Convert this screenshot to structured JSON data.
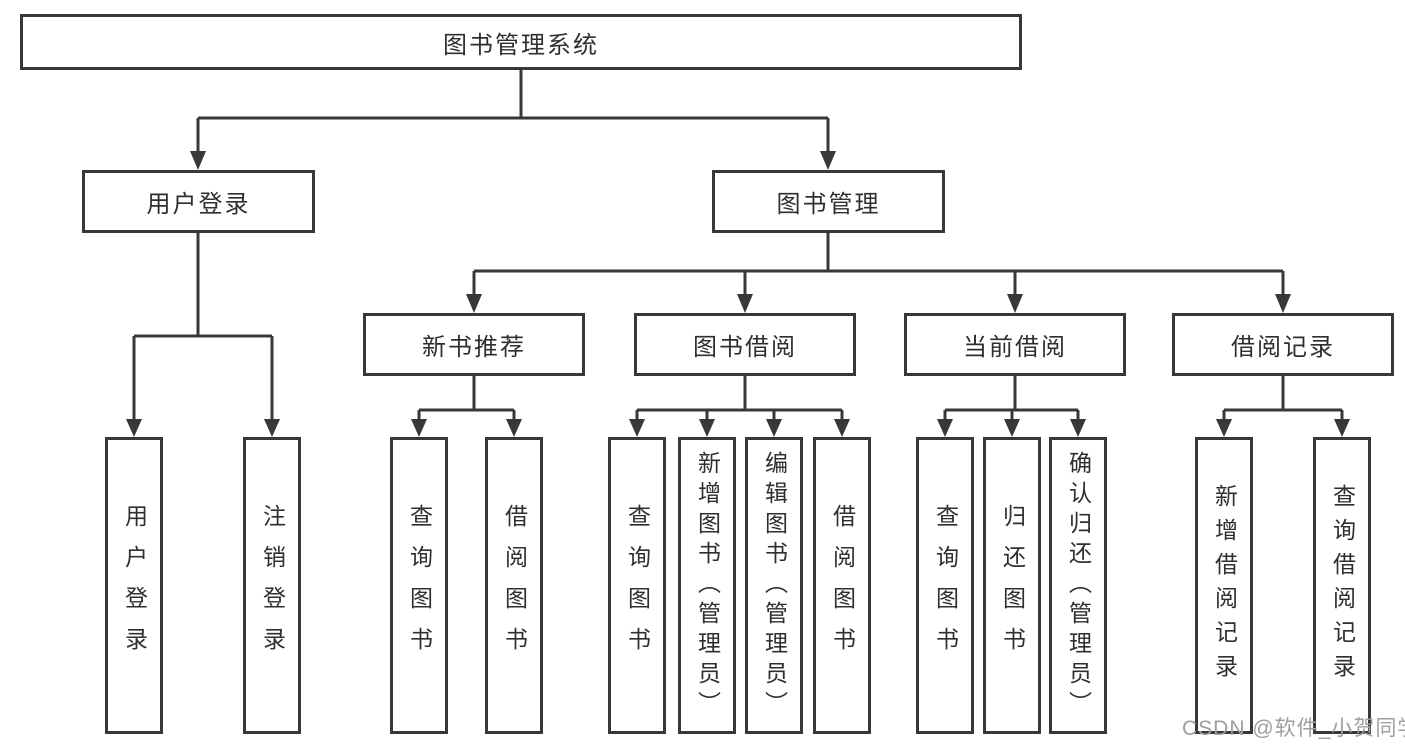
{
  "diagram_title": "图书管理系统",
  "watermark": "CSDN @软件_小贺同学",
  "colors": {
    "line": "#383838",
    "text": "#2f2f2f",
    "box_bg": "#ffffff",
    "watermark": "#9e9e9e"
  },
  "nodes": {
    "root": "图书管理系统",
    "login": "用户登录",
    "manage": "图书管理",
    "l3": [
      "新书推荐",
      "图书借阅",
      "当前借阅",
      "借阅记录"
    ],
    "login_children": [
      "用户登录",
      "注销登录"
    ],
    "recommend_children": [
      "查询图书",
      "借阅图书"
    ],
    "borrow_children": [
      "查询图书",
      "新增图书（管理员）",
      "编辑图书（管理员）",
      "借阅图书"
    ],
    "current_children": [
      "查询图书",
      "归还图书",
      "确认归还（管理员）"
    ],
    "record_children": [
      "新增借阅记录",
      "查询借阅记录"
    ]
  }
}
